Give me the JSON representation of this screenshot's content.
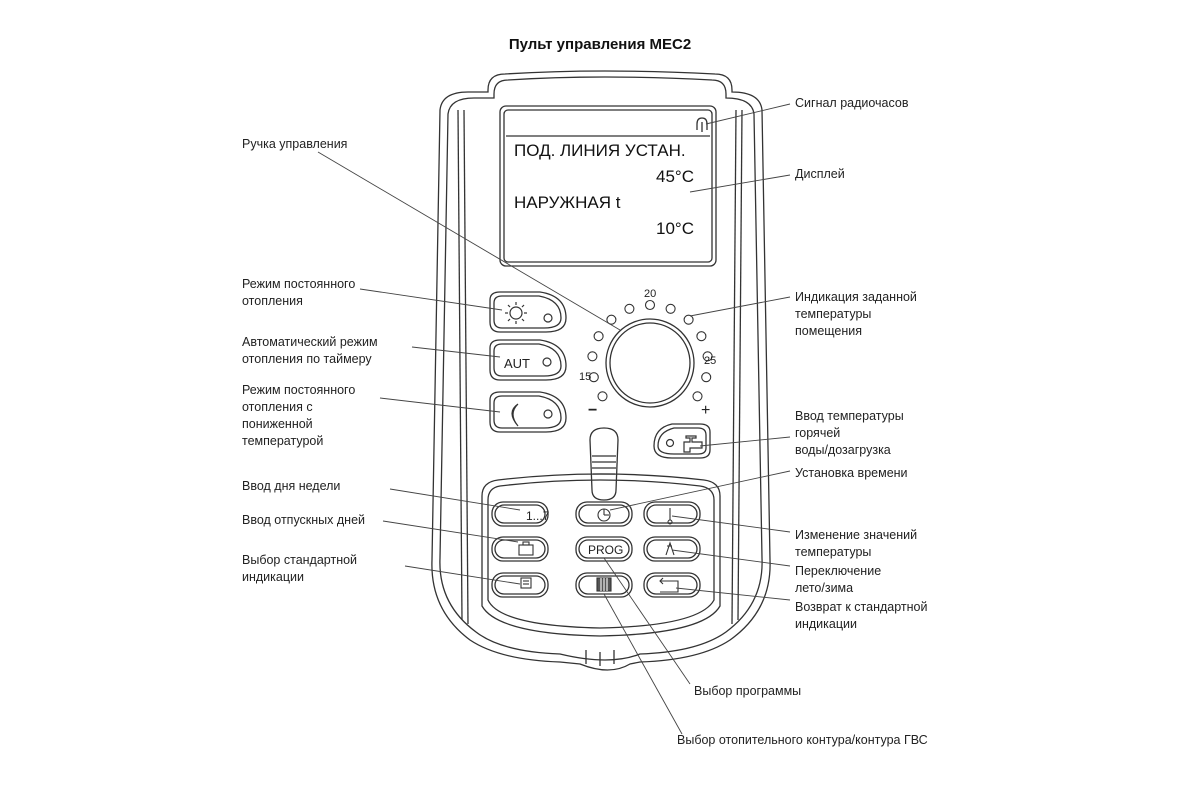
{
  "title": "Пульт управления MEC2",
  "display": {
    "line1": "ПОД. ЛИНИЯ УСТАН.",
    "line2": "45°C",
    "line3": "НАРУЖНАЯ t",
    "line4": "10°C",
    "icon": "radio-clock-antenna-icon"
  },
  "knob": {
    "scale_min_label": "15",
    "scale_mid_label": "20",
    "scale_max_label": "25",
    "minus": "−",
    "plus": "+"
  },
  "buttons": {
    "sun": {
      "icon": "sun-icon"
    },
    "aut": {
      "label": "AUT"
    },
    "moon": {
      "icon": "moon-icon"
    },
    "hotwater": {
      "icon": "tap-icon"
    },
    "weekday": {
      "label": "1...7"
    },
    "clock": {
      "icon": "clock-icon"
    },
    "thermometer": {
      "icon": "thermometer-icon"
    },
    "holiday": {
      "icon": "suitcase-icon"
    },
    "prog": {
      "label": "PROG"
    },
    "summerwinter": {
      "icon": "summer-winter-icon"
    },
    "standard": {
      "icon": "display-icon"
    },
    "circuit": {
      "icon": "radiator-icon"
    },
    "back": {
      "icon": "return-icon"
    }
  },
  "labels": {
    "knob": "Ручка управления",
    "constant_heating": "Режим постоянного\nотопления",
    "auto_mode": "Автоматический режим\nотопления по таймеру",
    "reduced_mode": "Режим постоянного\nотопления с\nпониженной\nтемпературой",
    "weekday": "Ввод дня недели",
    "holiday": "Ввод отпускных дней",
    "standard_display": "Выбор стандартной\nиндикации",
    "radio_clock": "Сигнал радиочасов",
    "display": "Дисплей",
    "room_temp": "Индикация заданной\nтемпературы\nпомещения",
    "hot_water": "Ввод температуры\nгорячей\nводы/дозагрузка",
    "set_time": "Установка времени",
    "change_temp": "Изменение значений\nтемпературы",
    "summer_winter": "Переключение\nлето/зима",
    "return_standard": "Возврат к стандартной\nиндикации",
    "program": "Выбор программы",
    "circuit": "Выбор отопительного контура/контура ГВС"
  }
}
